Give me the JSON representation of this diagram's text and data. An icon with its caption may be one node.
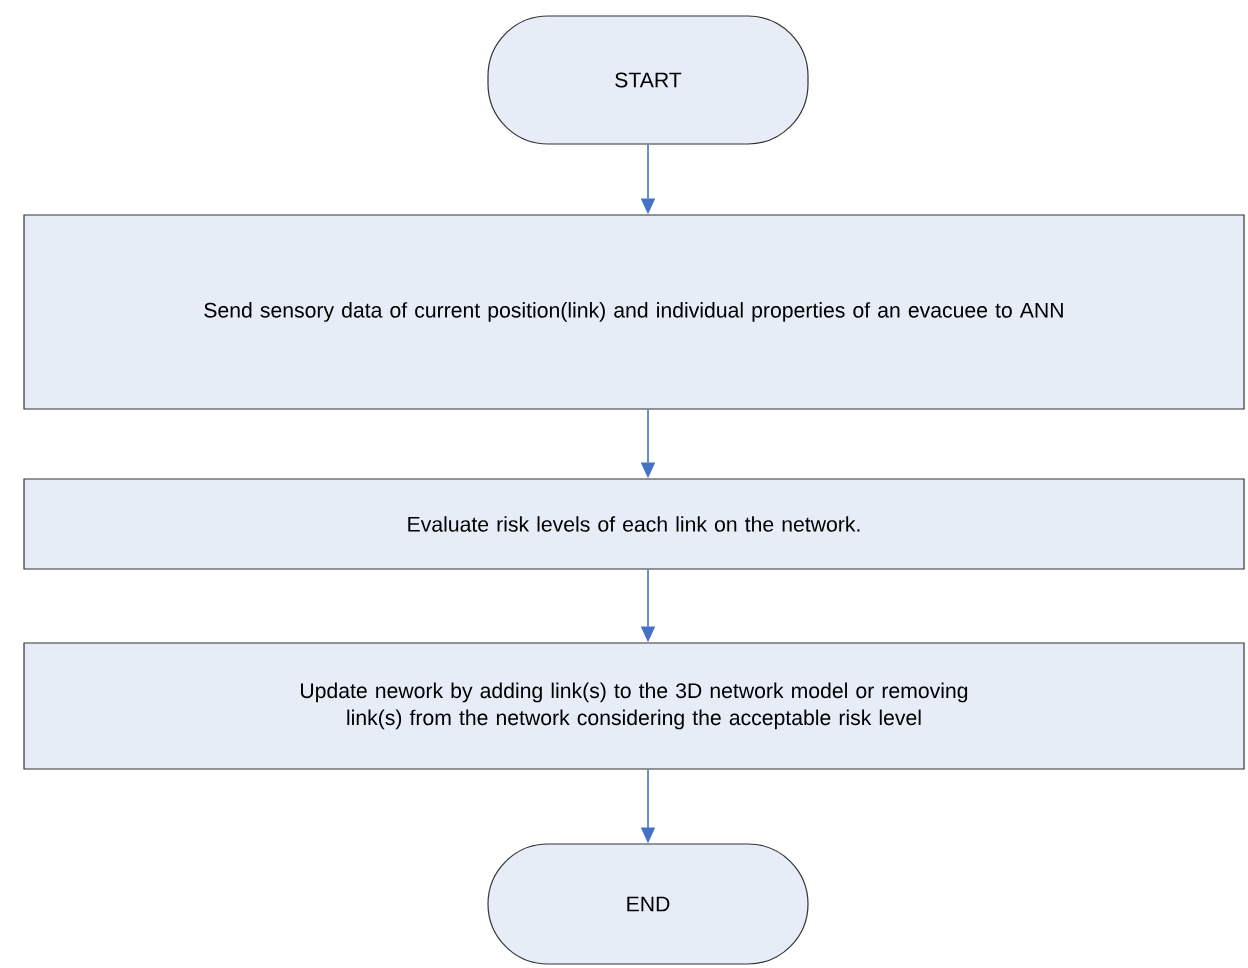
{
  "diagram": {
    "nodes": [
      {
        "text": [
          "START"
        ]
      },
      {
        "text": [
          "Send sensory data of current position(link) and individual properties of an evacuee to ANN"
        ]
      },
      {
        "text": [
          "Evaluate risk levels of each link on the network."
        ]
      },
      {
        "text": [
          "Update nework by adding link(s) to the 3D network model or removing link(s) from the network considering the acceptable risk level"
        ]
      },
      {
        "text": [
          "END"
        ]
      }
    ],
    "edges": [
      {
        "from": 0,
        "to": 1,
        "arrow": "to"
      },
      {
        "from": 1,
        "to": 2,
        "arrow": "to"
      },
      {
        "from": 2,
        "to": 3,
        "arrow": "to"
      },
      {
        "from": 3,
        "to": 4,
        "arrow": "to"
      }
    ]
  }
}
